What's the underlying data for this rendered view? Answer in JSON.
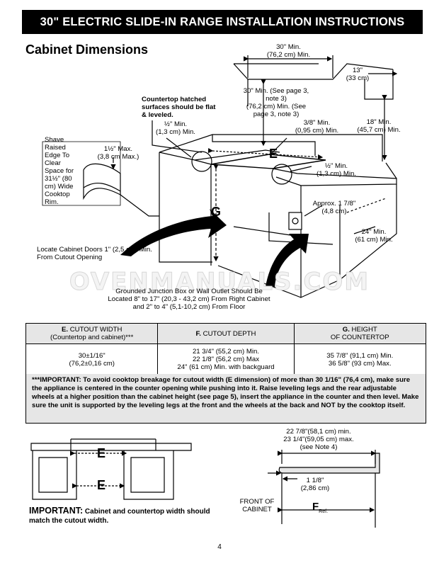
{
  "header": {
    "title": "30\" ELECTRIC SLIDE-IN RANGE INSTALLATION INSTRUCTIONS"
  },
  "section": {
    "title": "Cabinet Dimensions"
  },
  "diagram": {
    "labels": {
      "top_30": "30\" Min.\n(76,2 cm) Min.",
      "upper_13": "13\"\n(33 cm)",
      "upper_30_note": "30\" Min. (See page 3,\nnote 3)\n(76,2 cm) Min. (See\npage 3, note 3)",
      "countertop_hatched": "Countertop hatched\nsurfaces should be flat\n& leveled.",
      "half_left": "½\" Min.\n(1,3 cm) Min.",
      "three_eighths": "3/8\" Min.\n(0,95 cm) Min.",
      "eighteen": "18\" Min.\n(45,7 cm) Min.",
      "shave": "Shave\nRaised\nEdge To\nClear\nSpace for\n31½\" (80\ncm) Wide\nCooktop\nRim.",
      "one_half_max": "1½\" Max.\n(3,8 cm Max.)",
      "half_right": "½\" Min.\n(1,3 cm) Min.",
      "approx_178": "Approx. 1 7/8\"\n(4,8 cm)",
      "twentyfour": "24\" Min.\n(61 cm) Min.",
      "locate_doors": "Locate Cabinet Doors 1\" (2,5 cm) Min.\nFrom Cutout Opening",
      "junction_box": "Grounded Junction Box or Wall Outlet Should Be\nLocated 8\" to 17\" (20,3 - 43,2 cm) From Right Cabinet\nand 2\" to 4\" (5,1-10,2 cm) From Floor",
      "letter_e": "E",
      "letter_g": "G"
    },
    "watermark": "OVENMANUALS.COM"
  },
  "table": {
    "headers": [
      {
        "letter": "E.",
        "text": " CUTOUT WIDTH\n(Countertop and cabinet)***"
      },
      {
        "letter": "F.",
        "text": " CUTOUT DEPTH"
      },
      {
        "letter": "G.",
        "text": " HEIGHT\nOF COUNTERTOP"
      }
    ],
    "rows": [
      [
        "30±1/16\"\n(76,2±0,16 cm)",
        "21 3/4\" (55,2 cm) Min.\n22 1/8\" (56,2 cm) Max\n24\" (61 cm) Min. with backguard",
        "35 7/8\" (91,1 cm) Min.\n36 5/8\" (93 cm) Max."
      ]
    ]
  },
  "important_note": "***IMPORTANT: To avoid cooktop breakage for cutout width (E dimension) of more than 30 1/16\" (76,4 cm), make sure the appliance is centered in the counter opening while pushing into it. Raise leveling legs and the rear adjustable wheels at a higher position than the cabinet height (see page 5), insert the appliance in the counter and then level. Make sure the unit is supported by the leveling legs at the front and the wheels at the back and NOT by the cooktop itself.",
  "bottom_left": {
    "letter_e_top": "E",
    "letter_e_bottom": "E",
    "important_head": "IMPORTANT:",
    "important_text": " Cabinet and countertop width should match the cutout width."
  },
  "bottom_right": {
    "depth_label": "22 7/8\"(58,1 cm) min.\n23 1/4\"(59,05 cm) max.\n(see Note 4)",
    "one_eighth": "1 1/8\"\n(2,86 cm)",
    "front_of_cabinet": "FRONT OF\nCABINET",
    "f_letter": "F",
    "f_sub": "Ref."
  },
  "page_number": "4"
}
